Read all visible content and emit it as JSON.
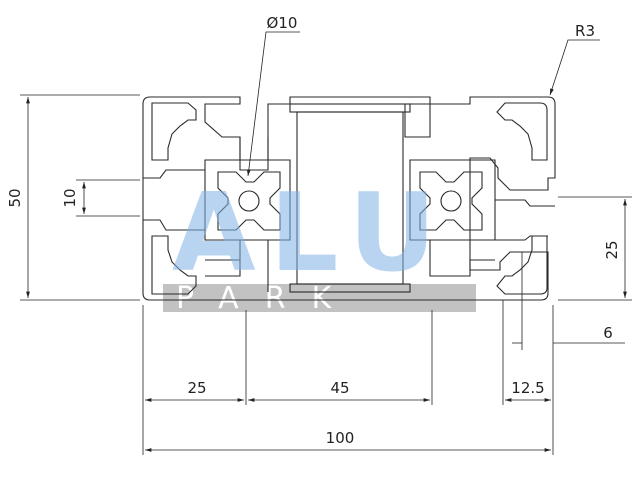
{
  "watermark": {
    "brand": "ALU",
    "sub": "PARK",
    "colors": {
      "brand": "#7fb2e6",
      "band": "#b7b7b7"
    }
  },
  "dimensions": {
    "overall_height": "50",
    "slot_width": "10",
    "overall_width": "100",
    "left_pitch": "25",
    "center_width": "45",
    "edge_offset": "12.5",
    "right_height": "25",
    "slot_depth": "6",
    "bore": "Ø10",
    "corner_radius": "R3"
  }
}
